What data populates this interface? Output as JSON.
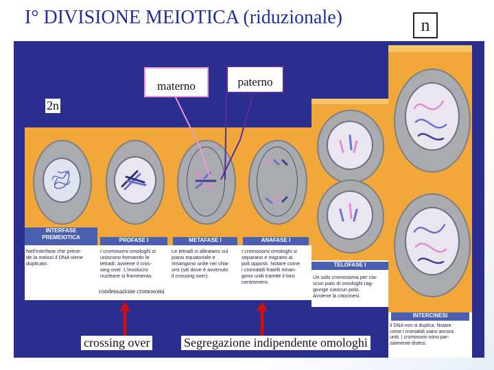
{
  "slide": {
    "title": "I° DIVISIONE MEIOTICA (riduzionale)",
    "ploidy_haploid": "n",
    "ploidy_diploid": "2n"
  },
  "annotations": {
    "maternal": "materno",
    "paternal": "paterno",
    "condensation": "condensazione cromosomi",
    "crossing_over": "crossing over",
    "segregation": "Segregazione indipendente omologhi"
  },
  "figure": {
    "phases": [
      {
        "name": "INTERFASE\nPREMEIOTICA",
        "text": "Nell'interfase che prece-\nde la meiosi il DNA viene\nduplicato."
      },
      {
        "name": "PROFASE I",
        "text": "I cromosomi omologhi si\nuniscono formando le\ntetradi; avviene il cros-\nsing over. L'involucro\nnucleare si frammenta."
      },
      {
        "name": "METAFASE I",
        "text": "Le tetradi si allineano sul\npiano equatoriale e\nrimangono unite nei chia-\nsmi (siti dove è avvenuto\nil crossing over)."
      },
      {
        "name": "ANAFASE I",
        "text": "I cromosomi omologhi si\nseparano e migrano ai\npoli opposti. Notare come\ni cromatidi fratelli riman-\ngono uniti tramite il loro\ncentromero."
      },
      {
        "name": "TELOFASE I",
        "text": "Un solo cromosoma per cia-\nscun paio di omologhi rag-\ngiunge ciascun polo.\nAvviene la citocinesi."
      },
      {
        "name": "INTERCINESI",
        "text": "Il DNA non si duplica. Notare\ncome i cromatidi siano ancora\nuniti. I cromosomi sono par-\nzialmente distesi."
      }
    ]
  },
  "colors": {
    "title": "#1f2f9a",
    "board": "#2a2f8f",
    "panel": "#f2a73a",
    "caption_bar": "#4a5fb0",
    "maternal_line": "#e99ad0",
    "paternal_line": "#5b2a9a",
    "arrow": "#cc1111"
  }
}
